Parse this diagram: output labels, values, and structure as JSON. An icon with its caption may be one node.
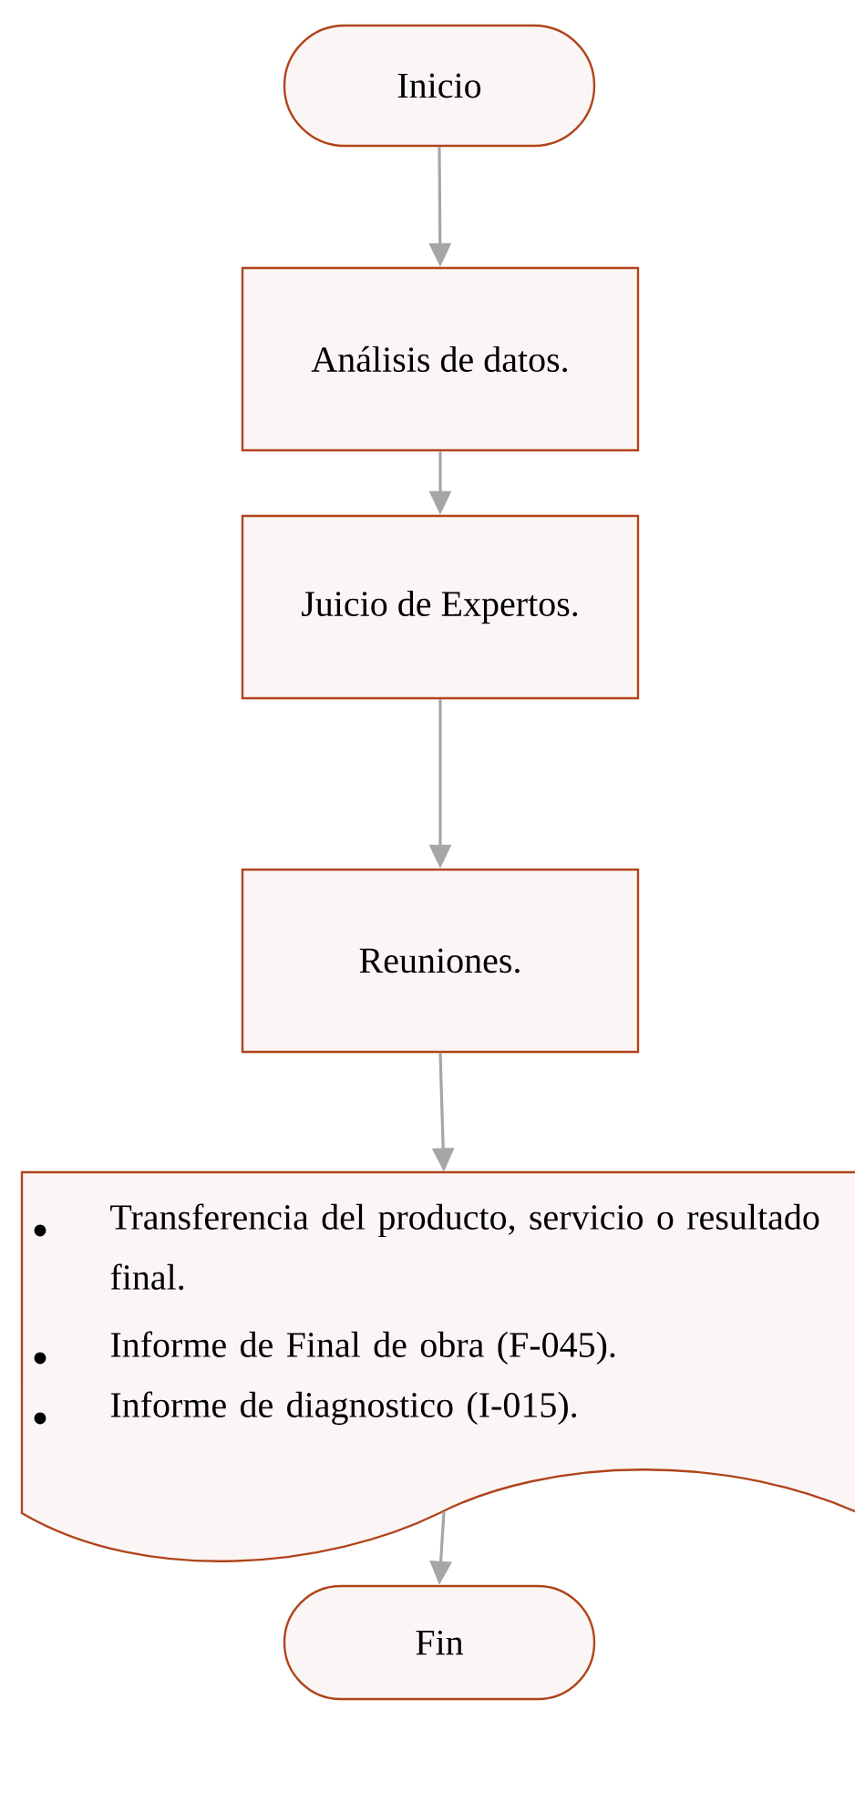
{
  "diagram": {
    "nodes": [
      {
        "text": [
          "Inicio"
        ]
      },
      {
        "text": [
          "Análisis de datos."
        ]
      },
      {
        "text": [
          "Juicio de Expertos."
        ]
      },
      {
        "text": [
          "Reuniones."
        ]
      },
      {
        "text": [
          "Transferencia del producto, servicio o resultado final.",
          "Informe de Final de obra (F-045).",
          "Informe de diagnostico (I-015)."
        ]
      },
      {
        "text": [
          "Fin"
        ]
      }
    ],
    "edges": [
      {
        "from": 0,
        "to": 1,
        "arrow": "to"
      },
      {
        "from": 1,
        "to": 2,
        "arrow": "to"
      },
      {
        "from": 2,
        "to": 3,
        "arrow": "to"
      },
      {
        "from": 3,
        "to": 4,
        "arrow": "to"
      },
      {
        "from": 4,
        "to": 5,
        "arrow": "to"
      }
    ]
  }
}
